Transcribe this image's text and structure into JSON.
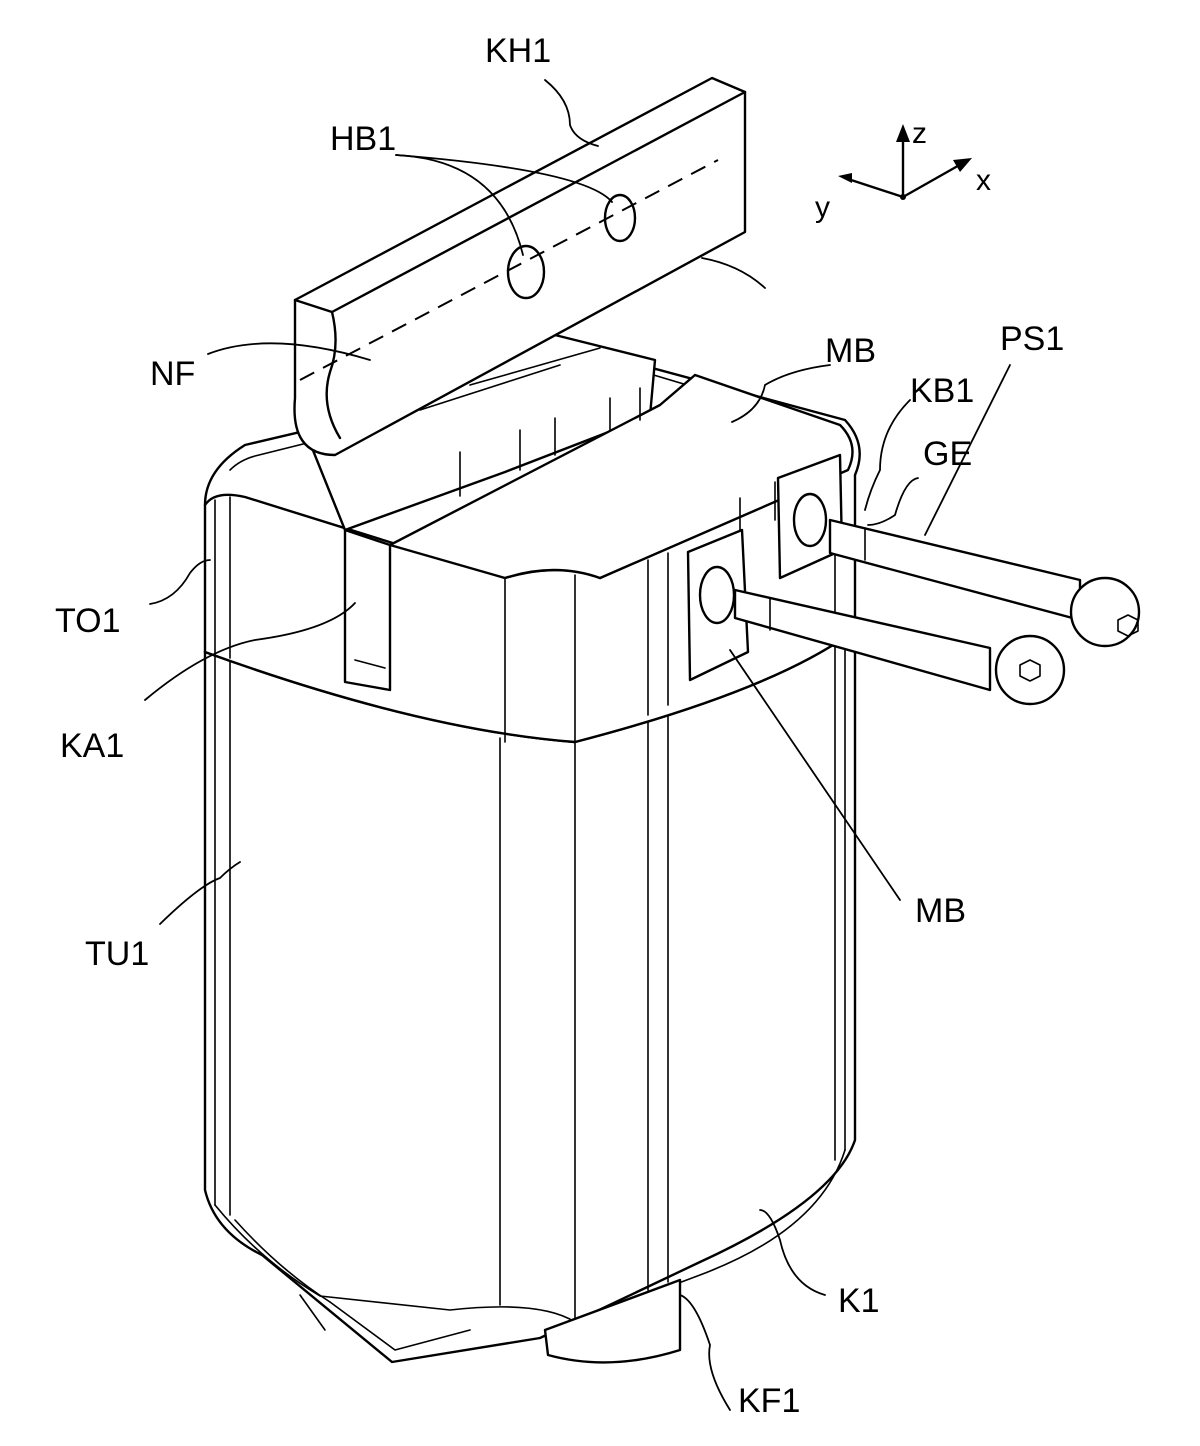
{
  "labels": {
    "kh1": "KH1",
    "hb1": "HB1",
    "nf": "NF",
    "mb_top": "MB",
    "ps1": "PS1",
    "kb1": "KB1",
    "ge": "GE",
    "to1": "TO1",
    "ka1": "KA1",
    "tu1": "TU1",
    "mb_bottom": "MB",
    "k1": "K1",
    "kf1": "KF1"
  },
  "axes": {
    "z": "z",
    "x": "x",
    "y": "y"
  }
}
